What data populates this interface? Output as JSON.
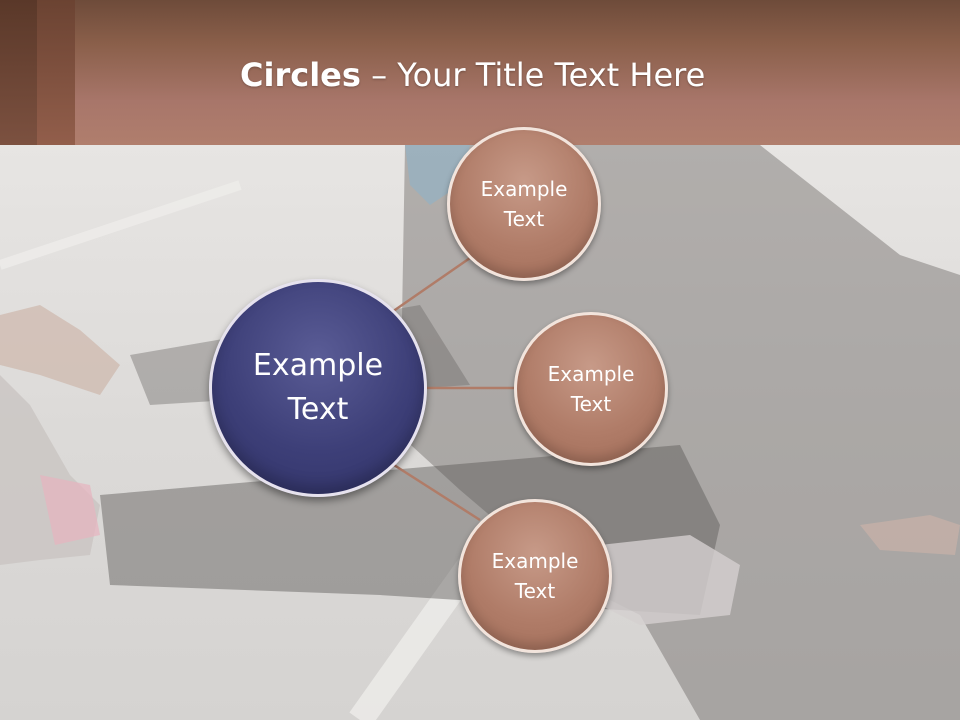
{
  "slide": {
    "title_bold": "Circles",
    "title_rest": " – Your Title Text Here"
  },
  "diagram": {
    "center": {
      "label": "Example\nText"
    },
    "satellites": [
      {
        "label": "Example\nText"
      },
      {
        "label": "Example\nText"
      },
      {
        "label": "Example\nText"
      }
    ]
  },
  "colors": {
    "header": "#a8766a",
    "center_circle": "#3d3f78",
    "satellite_circle": "#b07c68",
    "connector": "#b07c68"
  }
}
